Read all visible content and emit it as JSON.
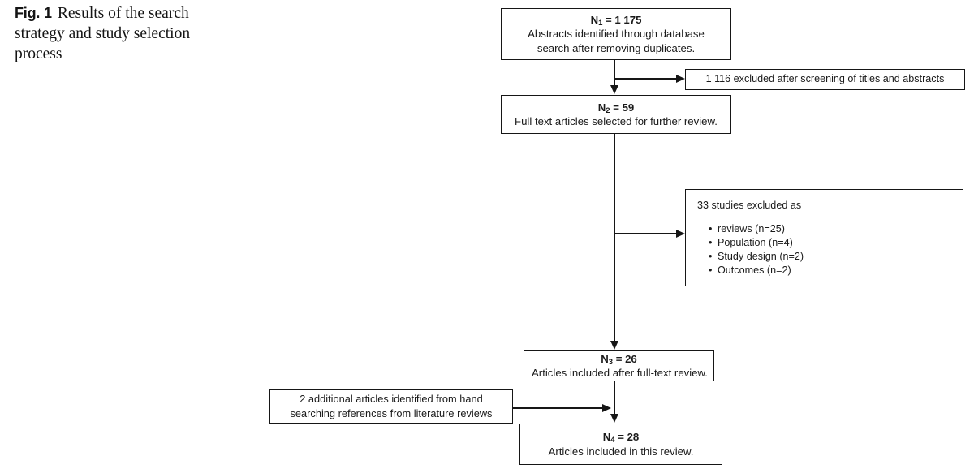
{
  "caption": {
    "figure_label": "Fig. 1",
    "text": "Results of the search strategy and study selection process"
  },
  "flow": {
    "n1_box": {
      "headline_prefix": "N",
      "headline_subscript": "1",
      "headline_suffix": " = 1 175",
      "line1": "Abstracts identified through database",
      "line2": "search after removing duplicates."
    },
    "excluded_titles_box": {
      "text": "1 116 excluded after screening of titles and abstracts"
    },
    "n2_box": {
      "headline_prefix": "N",
      "headline_subscript": "2",
      "headline_suffix": " = 59",
      "line1": "Full text articles selected for further review."
    },
    "excluded_studies_box": {
      "heading": "33 studies excluded as",
      "reasons": [
        "reviews (n=25)",
        "Population (n=4)",
        "Study design (n=2)",
        "Outcomes (n=2)"
      ]
    },
    "n3_box": {
      "headline_prefix": "N",
      "headline_subscript": "3",
      "headline_suffix": " = 26",
      "line1": "Articles included after full-text review."
    },
    "hand_search_box": {
      "line1": "2 additional articles identified from hand",
      "line2": "searching references from literature reviews"
    },
    "n4_box": {
      "headline_prefix": "N",
      "headline_subscript": "4",
      "headline_suffix": " = 28",
      "line1": "Articles included in this review."
    }
  },
  "colors": {
    "line": "#161616",
    "text": "#1a1a1a",
    "background": "#ffffff"
  }
}
